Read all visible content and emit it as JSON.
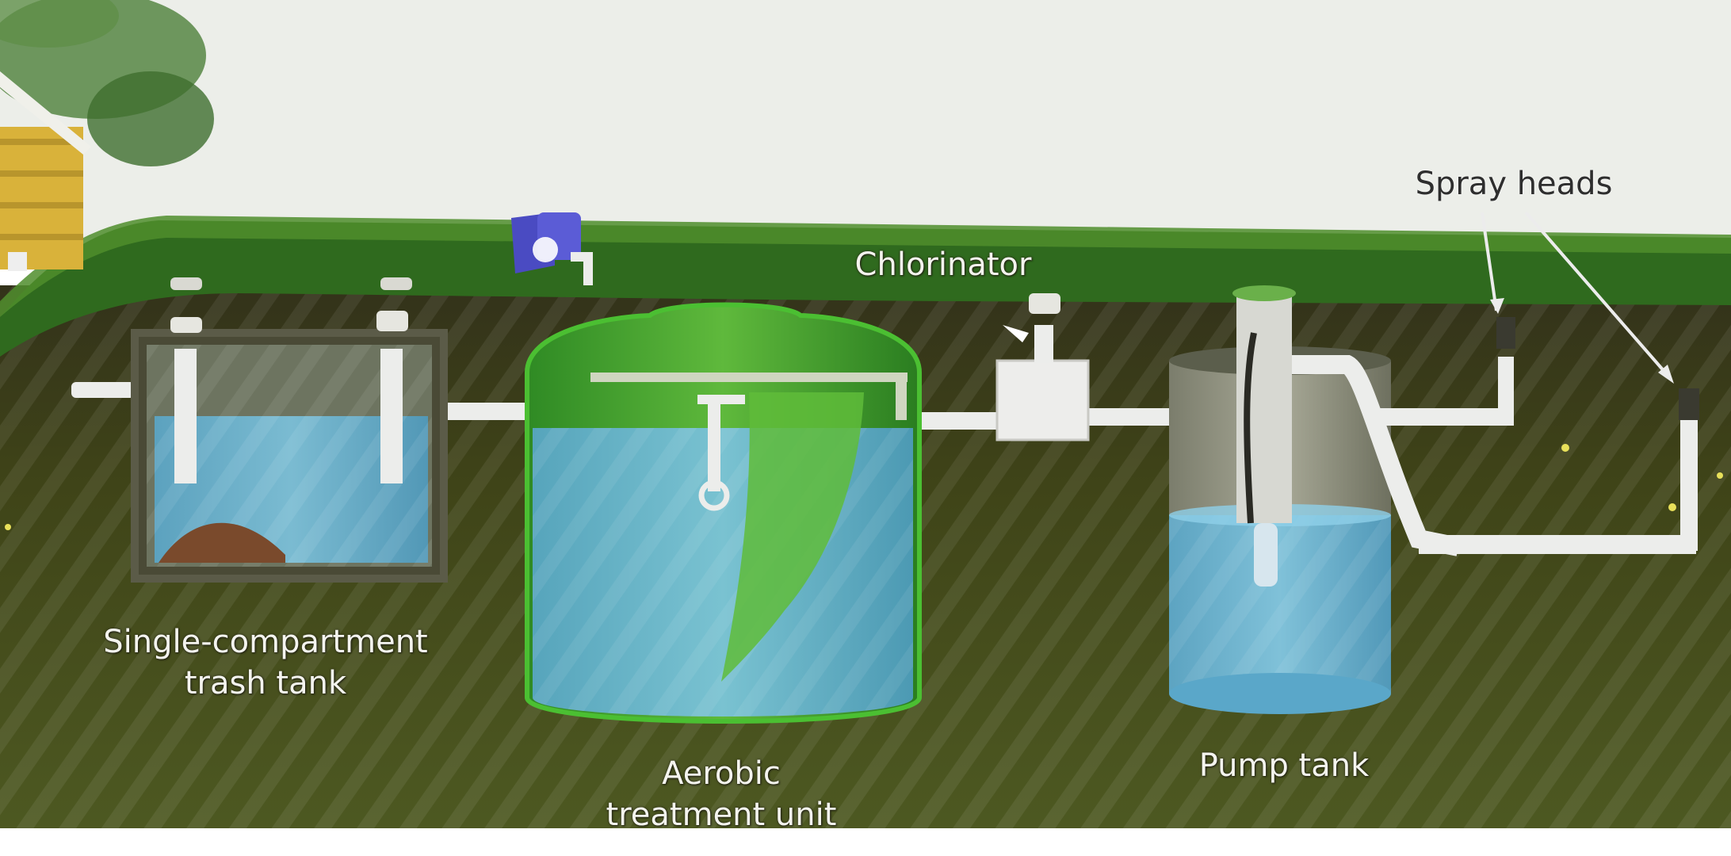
{
  "labels": {
    "trash_tank": [
      "Single-compartment",
      "trash tank"
    ],
    "aerobic_unit": [
      "Aerobic",
      "treatment unit"
    ],
    "chlorinator": "Chlorinator",
    "pump_tank": "Pump tank",
    "spray_heads": "Spray heads"
  },
  "colors": {
    "sky": "#eceee9",
    "grass": "#2f6a1e",
    "soil_top": "#3d3b14",
    "soil_deep": "#4a4f1c",
    "water": "#6fb6d6",
    "tank_green": "#3f9a2a",
    "pipe": "#ecedeb",
    "house": "#d9b23a"
  },
  "icons": {
    "house": "house-icon",
    "tree": "tree-icon",
    "blower": "blower-icon",
    "chlorinator": "chlorinator-box",
    "spray_head": "spray-head-icon"
  }
}
